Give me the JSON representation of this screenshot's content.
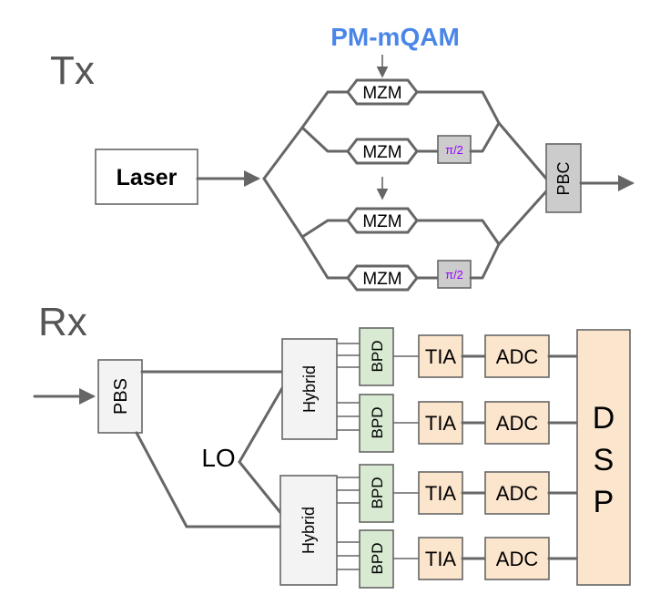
{
  "tx": {
    "section_label": "Tx",
    "modulation_label": "PM-mQAM",
    "laser_label": "Laser",
    "mzm_label": "MZM",
    "phase_label": "π/2",
    "pbc_label": "PBC"
  },
  "rx": {
    "section_label": "Rx",
    "pbs_label": "PBS",
    "lo_label": "LO",
    "hybrid_label": "Hybrid",
    "bpd_label": "BPD",
    "tia_label": "TIA",
    "adc_label": "ADC",
    "dsp_letters": [
      "D",
      "S",
      "P"
    ]
  },
  "colors": {
    "line": "#666666",
    "modulation_text": "#4a86e8",
    "phase_text": "#9900ff",
    "gray_box": "#cccccc",
    "light_box": "#f3f3f3",
    "bpd_fill": "#d9ead3",
    "orange_fill": "#fce5cd"
  }
}
